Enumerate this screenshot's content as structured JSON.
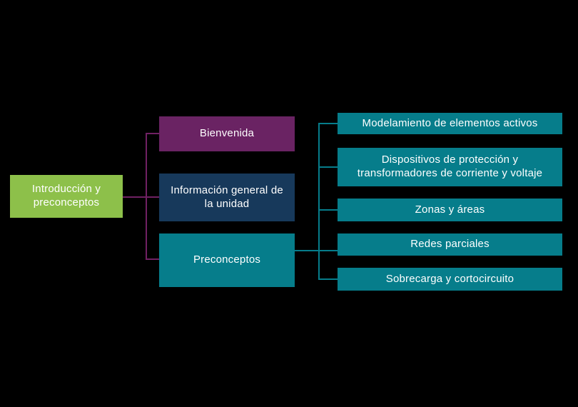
{
  "diagram": {
    "background": "#000000",
    "text_color": "#ffffff",
    "root": {
      "label": "Introducción y preconceptos",
      "color": "#8dc04a"
    },
    "level1": [
      {
        "label": "Bienvenida",
        "color": "#6a2363"
      },
      {
        "label": "Información general de la unidad",
        "color": "#17395b"
      },
      {
        "label": "Preconceptos",
        "color": "#067d8b"
      }
    ],
    "level2": [
      {
        "label": "Modelamiento de elementos activos",
        "color": "#067d8b"
      },
      {
        "label": "Dispositivos de protección y transformadores de corriente y voltaje",
        "color": "#067d8b"
      },
      {
        "label": "Zonas y áreas",
        "color": "#067d8b"
      },
      {
        "label": "Redes parciales",
        "color": "#067d8b"
      },
      {
        "label": "Sobrecarga y cortocircuito",
        "color": "#067d8b"
      }
    ],
    "connector_colors": {
      "left_branch": "#702163",
      "right_branch": "#067d8b"
    }
  }
}
